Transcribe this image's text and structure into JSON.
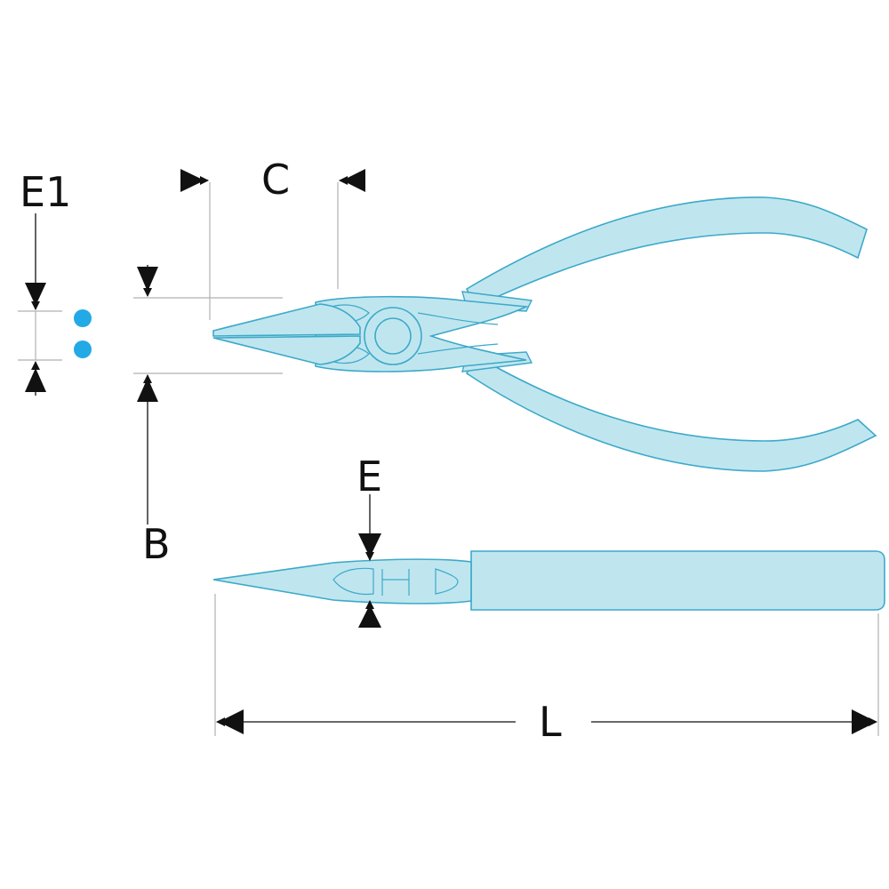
{
  "labels": {
    "e1": "E1",
    "c": "C",
    "b": "B",
    "e": "E",
    "l": "L"
  },
  "colors": {
    "fill": "#bfe6ef",
    "outline": "#3da9c9",
    "dim": "#111111",
    "guide": "#b0b0b0",
    "dot": "#22a9e6"
  }
}
